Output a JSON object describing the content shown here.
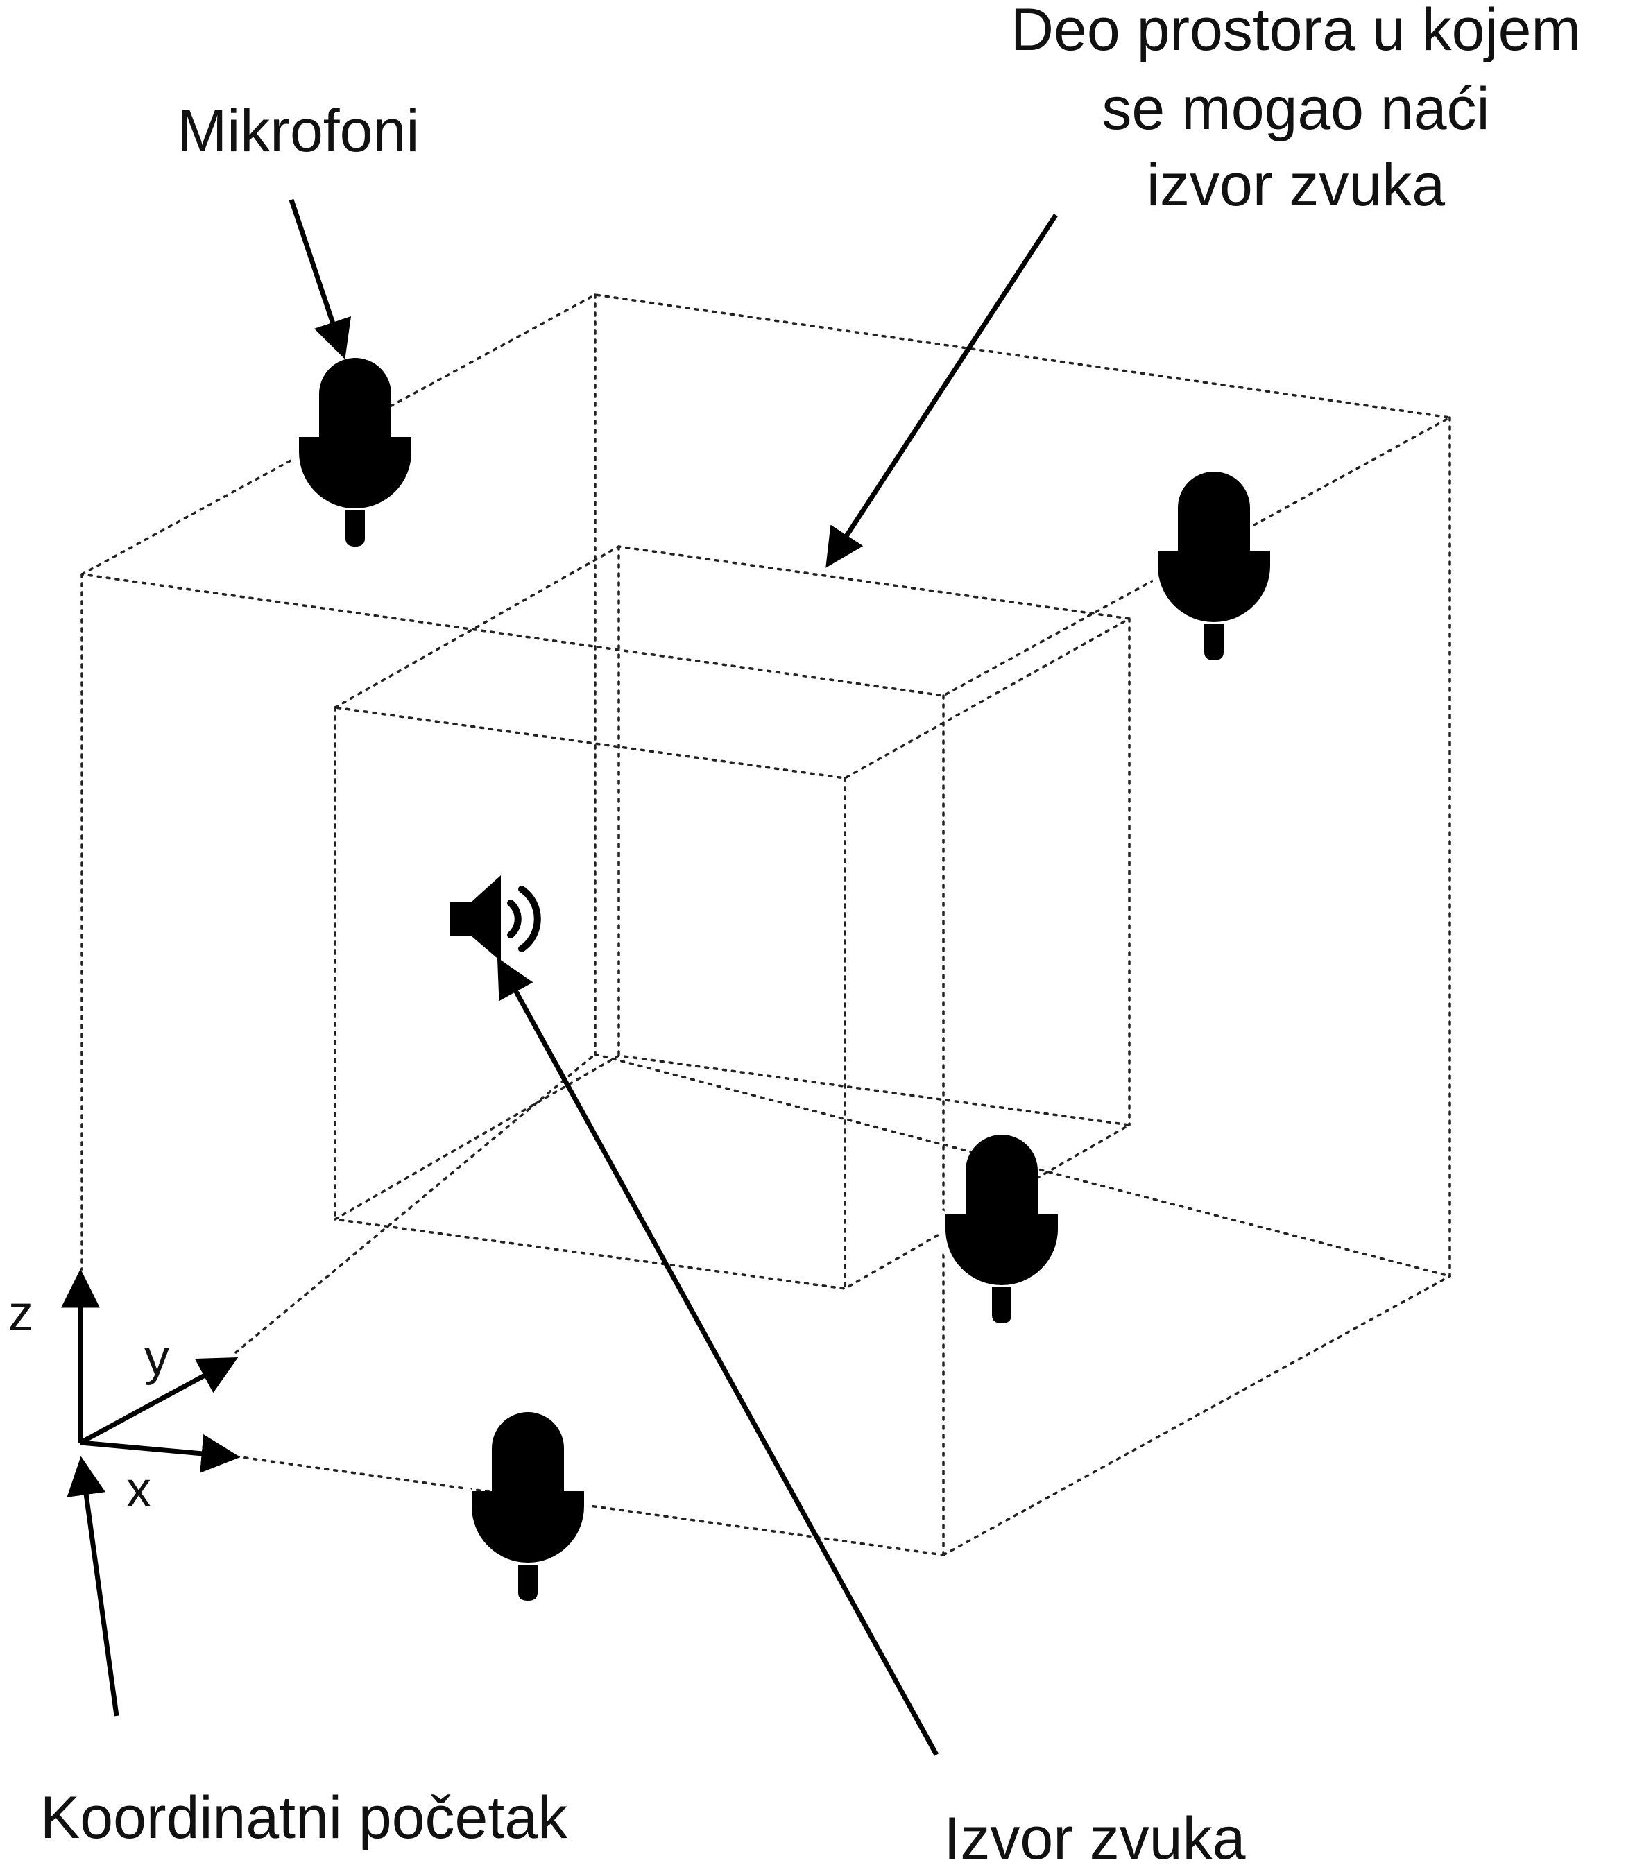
{
  "labels": {
    "microphones": "Mikrofoni",
    "region_line1": "Deo prostora u kojem",
    "region_line2": "se mogao naći",
    "region_line3": "izvor zvuka",
    "origin": "Koordinatni početak",
    "source": "Izvor zvuka"
  },
  "axes": {
    "x": "x",
    "y": "y",
    "z": "z"
  },
  "icons": {
    "microphone": "microphone-icon",
    "speaker": "speaker-icon"
  },
  "microphone_count": 4
}
